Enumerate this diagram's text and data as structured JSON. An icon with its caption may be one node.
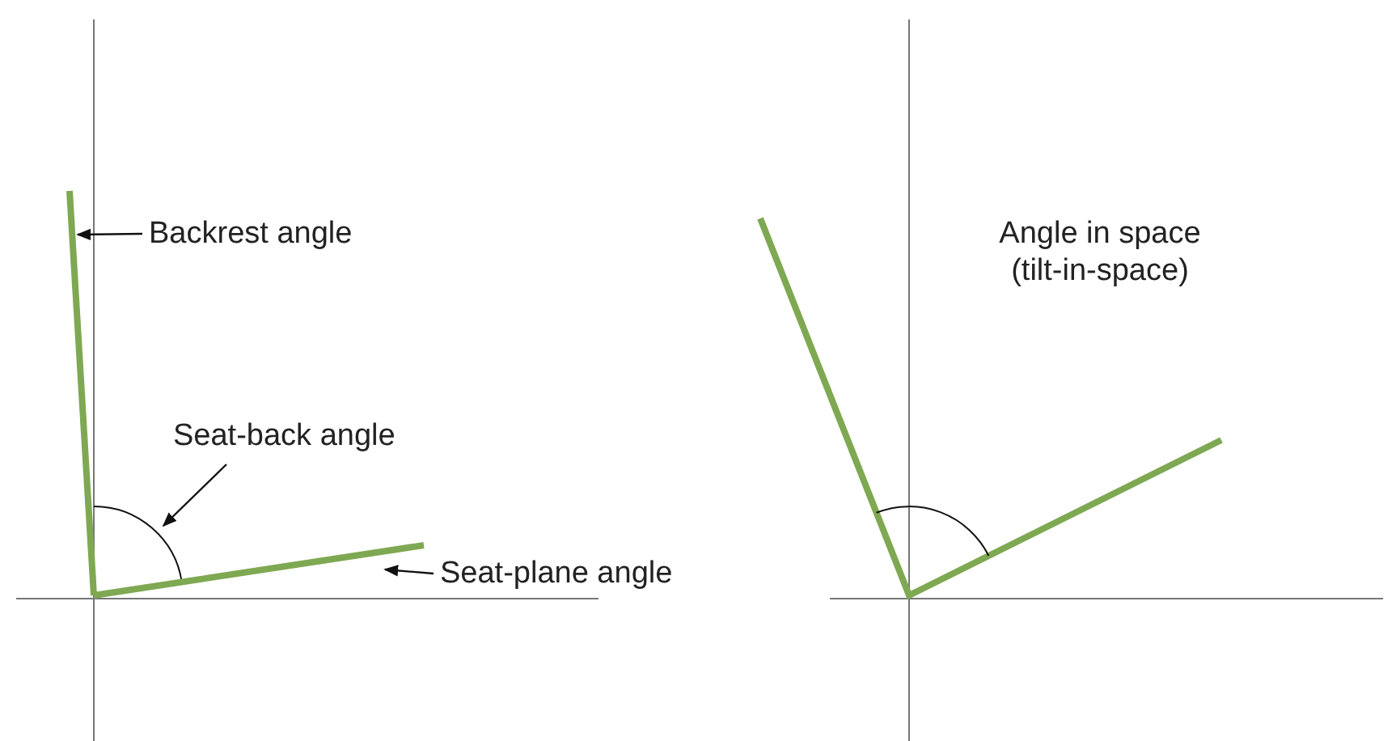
{
  "diagram": {
    "nodes": [
      {
        "text": [
          "Backrest angle"
        ]
      },
      {
        "text": [],
        "shape": "line"
      },
      {
        "text": [
          "Seat-back angle"
        ]
      },
      {
        "text": [],
        "shape": "arc"
      },
      {
        "text": [
          "Seat-plane angle"
        ]
      },
      {
        "text": [],
        "shape": "line"
      }
    ],
    "edges": [
      {
        "from": 0,
        "to": 1,
        "arrow": "to"
      },
      {
        "from": 2,
        "to": 3,
        "arrow": "to"
      },
      {
        "from": 4,
        "to": 5,
        "arrow": "to"
      }
    ],
    "labels": [
      "Angle in space (tilt-in-space)"
    ]
  }
}
